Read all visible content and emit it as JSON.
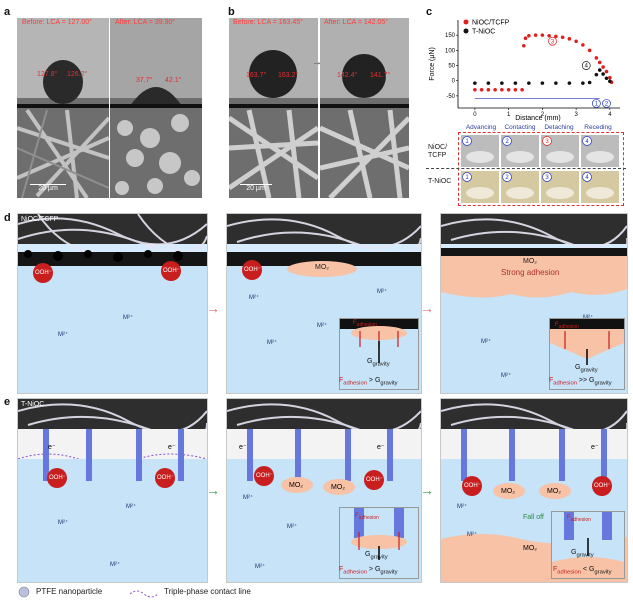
{
  "panels": {
    "a": {
      "label": "a",
      "before_text": "Before: LCA = 127.00°",
      "after_text": "After: LCA = 39.90°",
      "before_angles": [
        "127.8°",
        "126.2°"
      ],
      "after_angles": [
        "37.7°",
        "42.1°"
      ],
      "scale_text": "20 µm"
    },
    "b": {
      "label": "b",
      "before_text": "Before: LCA = 163.45°",
      "after_text": "After: LCA = 142.05°",
      "before_angles": [
        "163.7°",
        "163.2°"
      ],
      "after_angles": [
        "142.4°",
        "141.7°"
      ],
      "scale_text": "20 µm"
    },
    "c": {
      "label": "c"
    },
    "d": {
      "label": "d",
      "tag": "NiOC/TCFP",
      "ooh": "OOH⁻",
      "m2": "M²⁺",
      "mo2": "MO₂",
      "strong": "Strong adhesion",
      "f_adh": "F",
      "f_adh_sub": "adhesion",
      "g": "G",
      "g_sub": "gravity",
      "cmp1": ">",
      "cmp2": ">>"
    },
    "e": {
      "label": "e",
      "tag": "T-NiOC",
      "ooh": "OOH⁻",
      "m2": "M²⁺",
      "mo2": "MO₂",
      "eminus": "e⁻",
      "falloff": "Fall off",
      "f_adh": "F",
      "f_adh_sub": "adhesion",
      "g": "G",
      "g_sub": "gravity",
      "cmp1": ">",
      "cmp2": "<"
    }
  },
  "photo_grid": {
    "headers": [
      "Advancing",
      "Contacting",
      "Detaching",
      "Receding"
    ],
    "row_labels": [
      "NiOC/\nTCFP",
      "T-NiOC"
    ],
    "nums": [
      "1",
      "2",
      "3",
      "4"
    ]
  },
  "legend": {
    "ptfe": "PTFE nanoparticle",
    "tpcl": "Triple-phase contact line"
  },
  "colors": {
    "red": "#e02020",
    "black": "#111111",
    "blue": "#2233cc",
    "bubble": "#f9c6a8",
    "liquid": "#c3e0f7"
  },
  "chart_data": {
    "type": "scatter",
    "xlabel": "Distance (mm)",
    "ylabel": "Force (µN)",
    "xlim": [
      -0.5,
      4.3
    ],
    "ylim": [
      -90,
      200
    ],
    "xticks": [
      0,
      1,
      2,
      3,
      4
    ],
    "yticks": [
      -50,
      0,
      50,
      100,
      150
    ],
    "legend_position": "top-left",
    "annotations": [
      "1",
      "2",
      "3",
      "4"
    ],
    "series": [
      {
        "name": "NiOC/TCFP",
        "color": "#e02020",
        "x": [
          0,
          0.2,
          0.4,
          0.6,
          0.8,
          1.0,
          1.2,
          1.4,
          1.45,
          1.5,
          1.6,
          1.8,
          2.0,
          2.2,
          2.4,
          2.6,
          2.8,
          3.0,
          3.2,
          3.4,
          3.6,
          3.7,
          3.8,
          3.9,
          4.0,
          4.05
        ],
        "y": [
          -30,
          -30,
          -30,
          -30,
          -30,
          -30,
          -30,
          -30,
          115,
          140,
          148,
          150,
          150,
          148,
          146,
          143,
          138,
          130,
          118,
          100,
          75,
          60,
          45,
          30,
          10,
          -5
        ]
      },
      {
        "name": "T-NiOC",
        "color": "#111111",
        "x": [
          0,
          0.4,
          0.8,
          1.2,
          1.6,
          2.0,
          2.4,
          2.8,
          3.2,
          3.4,
          3.6,
          3.7,
          3.8,
          3.9,
          4.0
        ],
        "y": [
          -8,
          -8,
          -8,
          -8,
          -8,
          -8,
          -8,
          -8,
          -8,
          -6,
          20,
          35,
          22,
          8,
          -2
        ]
      }
    ]
  }
}
